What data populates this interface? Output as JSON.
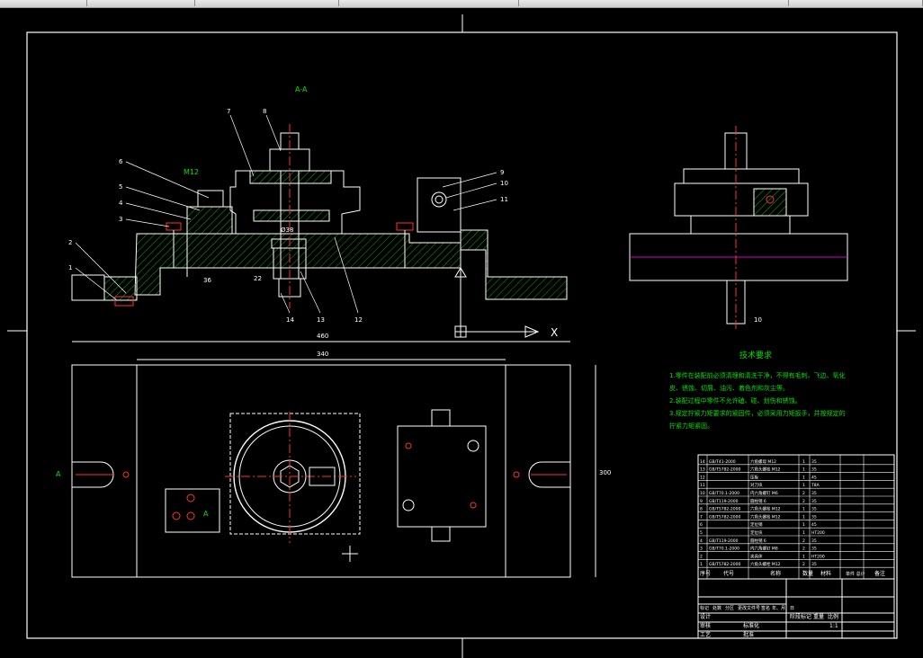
{
  "colors": {
    "background": "#000000",
    "outline": "#ffffff",
    "centerline": "#ff2020",
    "hatch": "#00b000",
    "notes": "#00e000",
    "cursor": "#ffffff",
    "section_line": "#d000d0"
  },
  "section_view": {
    "title": "A-A",
    "callouts": [
      "1",
      "2",
      "3",
      "4",
      "5",
      "6",
      "7",
      "8",
      "9",
      "10",
      "11",
      "12",
      "13",
      "14"
    ],
    "dims": {
      "left_small": "36",
      "center_small": "22",
      "bore": "Ø38",
      "right_side": "M12"
    }
  },
  "side_view": {
    "dim_bottom": "10"
  },
  "plan_view": {
    "dim_overall": "460",
    "dim_inner": "340",
    "dim_height": "300",
    "section_marks": [
      "A",
      "A"
    ]
  },
  "ucs": {
    "axis_x": "X"
  },
  "technical_requirements": {
    "title": "技术要求",
    "lines": [
      "1.零件在装配前必须清理和清洗干净，不得有毛刺、飞边、氧化",
      "皮、锈蚀、切屑、油污、着色剂和灰尘等。",
      "2.装配过程中零件不允许磕、碰、划伤和锈蚀。",
      "3.规定拧紧力矩要求的紧固件，必须采用力矩扳手，并按规定的",
      "拧紧力矩紧固。"
    ]
  },
  "parts_list": {
    "headers": [
      "序号",
      "代号",
      "名称",
      "数量",
      "材料",
      "单件 总计",
      "备注"
    ],
    "rows": [
      {
        "no": "14",
        "code": "GB/T41-2000",
        "name": "六角螺母 M12",
        "qty": "1",
        "mat": "35"
      },
      {
        "no": "13",
        "code": "GB/T5782-2000",
        "name": "六角头螺栓 M12",
        "qty": "1",
        "mat": "35"
      },
      {
        "no": "12",
        "code": "",
        "name": "压板",
        "qty": "1",
        "mat": "45"
      },
      {
        "no": "11",
        "code": "",
        "name": "对刀块",
        "qty": "1",
        "mat": "T8A"
      },
      {
        "no": "10",
        "code": "GB/T70.1-2000",
        "name": "内六角螺钉 M6",
        "qty": "2",
        "mat": "35"
      },
      {
        "no": "9",
        "code": "GB/T119-2000",
        "name": "圆柱销 6",
        "qty": "2",
        "mat": "35"
      },
      {
        "no": "8",
        "code": "GB/T5782-2000",
        "name": "六角头螺栓 M12",
        "qty": "1",
        "mat": "35"
      },
      {
        "no": "7",
        "code": "GB/T5782-2000",
        "name": "六角头螺栓 M12",
        "qty": "1",
        "mat": "35"
      },
      {
        "no": "6",
        "code": "",
        "name": "定位销",
        "qty": "1",
        "mat": "45"
      },
      {
        "no": "5",
        "code": "",
        "name": "定位块",
        "qty": "1",
        "mat": "HT200"
      },
      {
        "no": "4",
        "code": "GB/T119-2000",
        "name": "圆柱销 6",
        "qty": "2",
        "mat": "35"
      },
      {
        "no": "3",
        "code": "GB/T70.1-2000",
        "name": "内六角螺钉 M8",
        "qty": "2",
        "mat": "35"
      },
      {
        "no": "2",
        "code": "",
        "name": "夹具体",
        "qty": "1",
        "mat": "HT200"
      },
      {
        "no": "1",
        "code": "GB/T5782-2000",
        "name": "六角头螺栓 M12",
        "qty": "2",
        "mat": "35"
      }
    ]
  },
  "title_block": {
    "row_labels": [
      "标记",
      "处数",
      "分区",
      "更改文件号",
      "签名",
      "年、月、日"
    ],
    "side_labels": [
      "设计",
      "审核",
      "工艺"
    ],
    "mid_labels": [
      "阶段标记",
      "重量",
      "比例"
    ],
    "scale": "1:1",
    "standard": "标准化",
    "approve": "批准"
  }
}
